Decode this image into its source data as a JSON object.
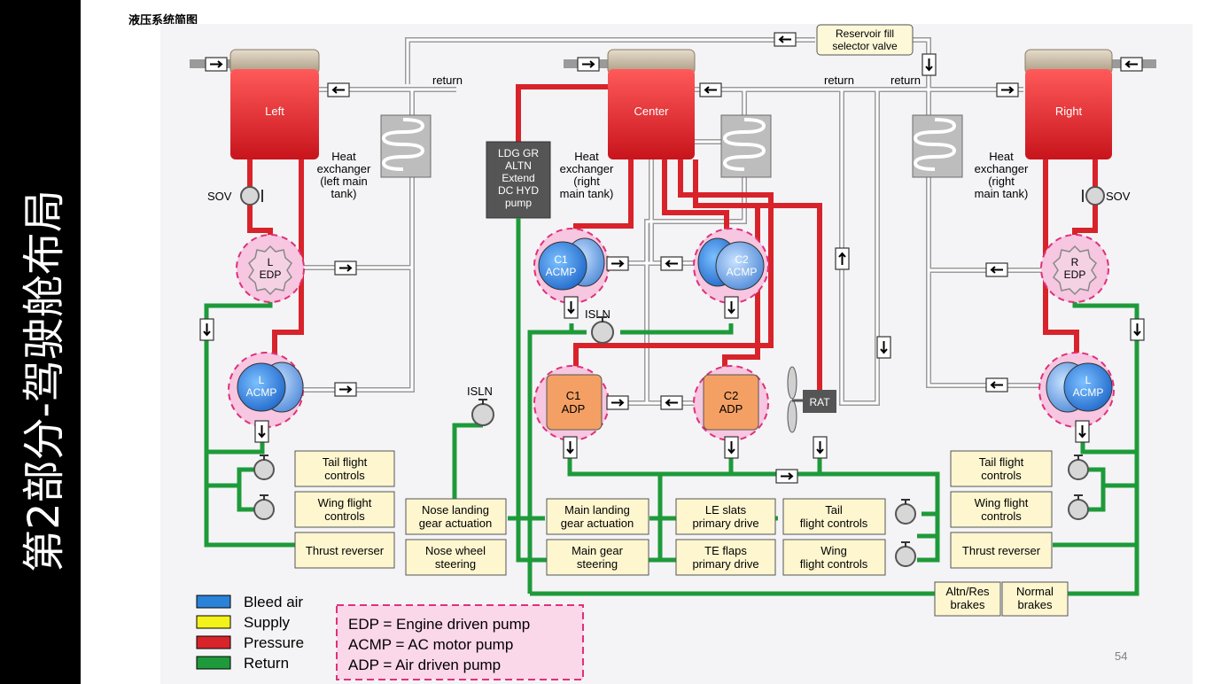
{
  "slide": {
    "sidebar_title": "第2部分-驾驶舱布局",
    "caption": "液压系统简图",
    "page_number": "54"
  },
  "colors": {
    "bleed_air": "#2b82d9",
    "supply": "#f4f21b",
    "pressure": "#d8232a",
    "return": "#1e9a3a",
    "return_line": "#e4e4e4",
    "tank": "#e8262c",
    "adp": "#f4a064",
    "pump_ring": "#f7c6e0"
  },
  "tanks": {
    "left": "Left",
    "center": "Center",
    "right": "Right"
  },
  "labels": {
    "reservoir_valve_1": "Reservoir fill",
    "reservoir_valve_2": "selector valve",
    "return_1": "return",
    "return_2": "return",
    "return_3": "return",
    "sov_left": "SOV",
    "sov_right": "SOV",
    "isln_top": "ISLN",
    "isln_left": "ISLN",
    "rat": "RAT",
    "ldg_1": "LDG GR",
    "ldg_2": "ALTN",
    "ldg_3": "Extend",
    "ldg_4": "DC HYD",
    "ldg_5": "pump",
    "hx_left_1": "Heat",
    "hx_left_2": "exchanger",
    "hx_left_3": "(left main",
    "hx_left_4": "tank)",
    "hx_center_1": "Heat",
    "hx_center_2": "exchanger",
    "hx_center_3": "(right",
    "hx_center_4": "main tank)",
    "hx_right_1": "Heat",
    "hx_right_2": "exchanger",
    "hx_right_3": "(right",
    "hx_right_4": "main tank)"
  },
  "pumps": {
    "l_edp_1": "L",
    "l_edp_2": "EDP",
    "r_edp_1": "R",
    "r_edp_2": "EDP",
    "l_acmp_1": "L",
    "l_acmp_2": "ACMP",
    "r_acmp_1": "L",
    "r_acmp_2": "ACMP",
    "c1_acmp_1": "C1",
    "c1_acmp_2": "ACMP",
    "c2_acmp_1": "C2",
    "c2_acmp_2": "ACMP",
    "c1_adp_1": "C1",
    "c1_adp_2": "ADP",
    "c2_adp_1": "C2",
    "c2_adp_2": "ADP"
  },
  "consumers": {
    "left_tail_1": "Tail flight",
    "left_tail_2": "controls",
    "left_wing_1": "Wing flight",
    "left_wing_2": "controls",
    "left_thrust": "Thrust reverser",
    "nose_gear_1": "Nose landing",
    "nose_gear_2": "gear actuation",
    "nose_steer_1": "Nose wheel",
    "nose_steer_2": "steering",
    "main_gear_1": "Main landing",
    "main_gear_2": "gear actuation",
    "main_steer_1": "Main gear",
    "main_steer_2": "steering",
    "le_slats_1": "LE slats",
    "le_slats_2": "primary drive",
    "te_flaps_1": "TE flaps",
    "te_flaps_2": "primary drive",
    "c_tail_1": "Tail",
    "c_tail_2": "flight controls",
    "c_wing_1": "Wing",
    "c_wing_2": "flight controls",
    "right_tail_1": "Tail flight",
    "right_tail_2": "controls",
    "right_wing_1": "Wing flight",
    "right_wing_2": "controls",
    "right_thrust": "Thrust reverser",
    "altn_brakes_1": "Altn/Res",
    "altn_brakes_2": "brakes",
    "normal_brakes_1": "Normal",
    "normal_brakes_2": "brakes"
  },
  "legend": {
    "items": [
      "Bleed air",
      "Supply",
      "Pressure",
      "Return"
    ]
  },
  "definitions": [
    "EDP = Engine driven pump",
    "ACMP = AC motor pump",
    "ADP = Air driven pump"
  ]
}
